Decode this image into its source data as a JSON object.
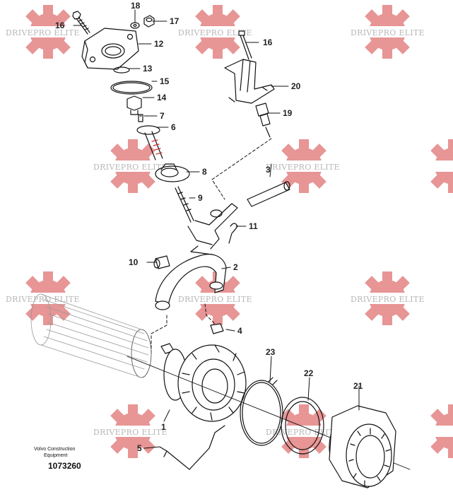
{
  "watermark": {
    "text": "DRIVEPRO ELITE",
    "color": "#e58a8a"
  },
  "credits": {
    "line1": "Volvo Construction",
    "line2": "Equipment",
    "part_number": "1073260"
  },
  "callouts": {
    "c1": "1",
    "c2": "2",
    "c3": "3",
    "c4": "4",
    "c5": "5",
    "c6": "6",
    "c7": "7",
    "c8": "8",
    "c9": "9",
    "c10": "10",
    "c11": "11",
    "c12": "12",
    "c13": "13",
    "c14": "14",
    "c15": "15",
    "c16a": "16",
    "c16b": "16",
    "c17": "17",
    "c18": "18",
    "c19": "19",
    "c20": "20",
    "c21": "21",
    "c22": "22",
    "c23": "23"
  }
}
